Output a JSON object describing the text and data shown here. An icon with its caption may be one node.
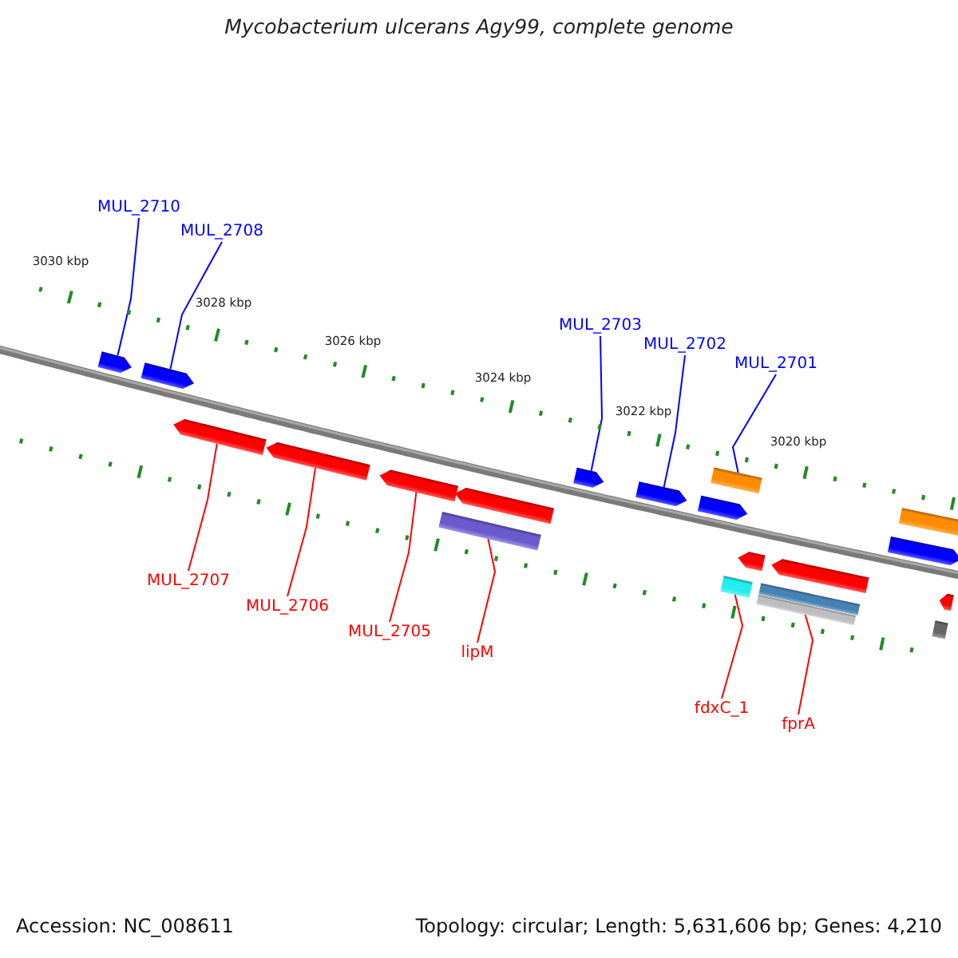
{
  "diagram": {
    "title": "Mycobacterium ulcerans Agy99, complete genome",
    "nodes": [
      {
        "text": [
          "MUL_2710"
        ]
      },
      {
        "text": [
          "MUL_2708"
        ]
      },
      {
        "text": [
          "MUL_2703"
        ]
      },
      {
        "text": [
          "MUL_2702"
        ]
      },
      {
        "text": [
          "MUL_2701"
        ]
      },
      {
        "text": [
          "MUL_2707"
        ]
      },
      {
        "text": [
          "MUL_2706"
        ]
      },
      {
        "text": [
          "MUL_2705"
        ]
      },
      {
        "text": [
          "lipM"
        ]
      },
      {
        "text": [
          "fdxC_1"
        ]
      },
      {
        "text": [
          "fprA"
        ]
      },
      {
        "text": [],
        "shape": "pentagon"
      },
      {
        "text": [],
        "shape": "pentagon"
      },
      {
        "text": [],
        "shape": "pentagon"
      },
      {
        "text": [],
        "shape": "pentagon"
      },
      {
        "text": [],
        "shape": "bar"
      },
      {
        "text": [],
        "shape": "pentagon"
      },
      {
        "text": [],
        "shape": "bar"
      },
      {
        "text": [],
        "shape": "pentagon"
      },
      {
        "text": [],
        "shape": "pentagon"
      },
      {
        "text": [],
        "shape": "pentagon"
      },
      {
        "text": [],
        "shape": "pentagon"
      },
      {
        "text": [],
        "shape": "pentagon"
      },
      {
        "text": [],
        "shape": "bar"
      },
      {
        "text": [],
        "shape": "pentagon"
      },
      {
        "text": [],
        "shape": "pentagon"
      },
      {
        "text": [],
        "shape": "bar"
      },
      {
        "text": [],
        "shape": "bar"
      },
      {
        "text": [],
        "shape": "bar"
      },
      {
        "text": [],
        "shape": "pentagon"
      },
      {
        "text": [],
        "shape": "bar"
      }
    ],
    "edges": [
      {
        "from": 0,
        "to": 11,
        "arrow": "none",
        "color": "#0000ff"
      },
      {
        "from": 1,
        "to": 12,
        "arrow": "none",
        "color": "#0000ff"
      },
      {
        "from": 2,
        "to": 13,
        "arrow": "none",
        "color": "#0000ff"
      },
      {
        "from": 3,
        "to": 14,
        "arrow": "none",
        "color": "#0000ff"
      },
      {
        "from": 4,
        "to": 15,
        "arrow": "none",
        "color": "#0000ff"
      },
      {
        "from": 5,
        "to": 19,
        "arrow": "none"
      },
      {
        "from": 6,
        "to": 20,
        "arrow": "none"
      },
      {
        "from": 7,
        "to": 21,
        "arrow": "none"
      },
      {
        "from": 8,
        "to": 23,
        "arrow": "none"
      },
      {
        "from": 9,
        "to": 26,
        "arrow": "none"
      },
      {
        "from": 10,
        "to": 28,
        "arrow": "none"
      }
    ],
    "labels": [
      "3030 kbp",
      "3028 kbp",
      "3026 kbp",
      "3024 kbp",
      "3022 kbp",
      "3020 kbp",
      "Accession: NC_008611",
      "Topology: circular; Length: 5,631,606 bp; Genes: 4,210"
    ]
  }
}
